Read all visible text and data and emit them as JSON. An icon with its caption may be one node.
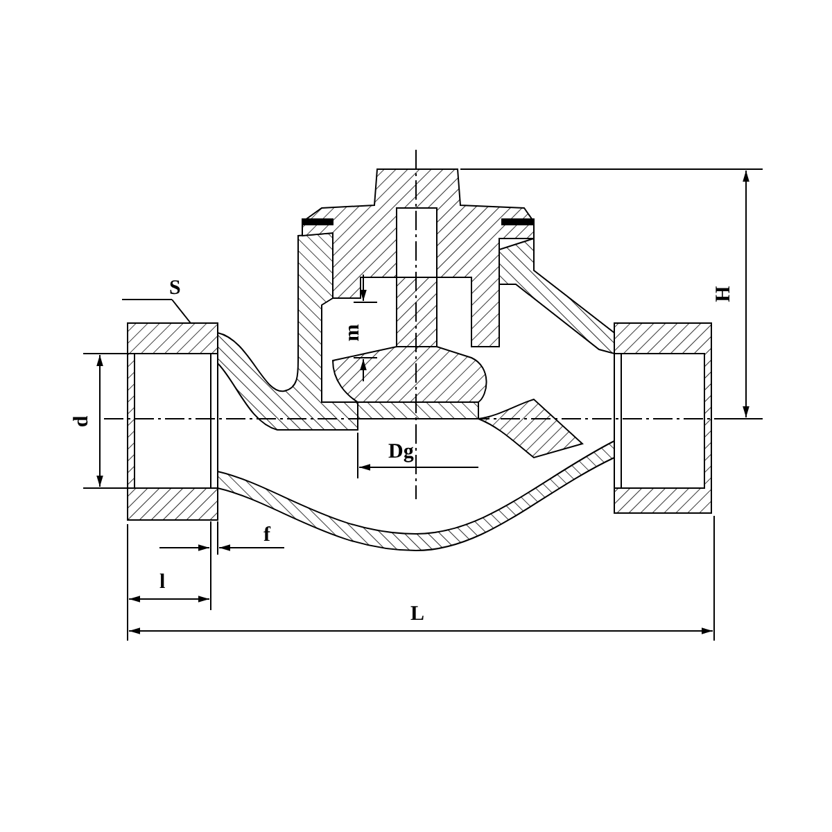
{
  "diagram": {
    "nodes": [
      {
        "text": [
          "S"
        ]
      },
      {
        "text": [],
        "shape": "picture"
      }
    ],
    "edges": [
      {
        "from": 0,
        "to": 1,
        "arrow": "none"
      }
    ],
    "labels": [
      "d",
      "m",
      "Dg",
      "f",
      "l",
      "L",
      "H"
    ]
  }
}
